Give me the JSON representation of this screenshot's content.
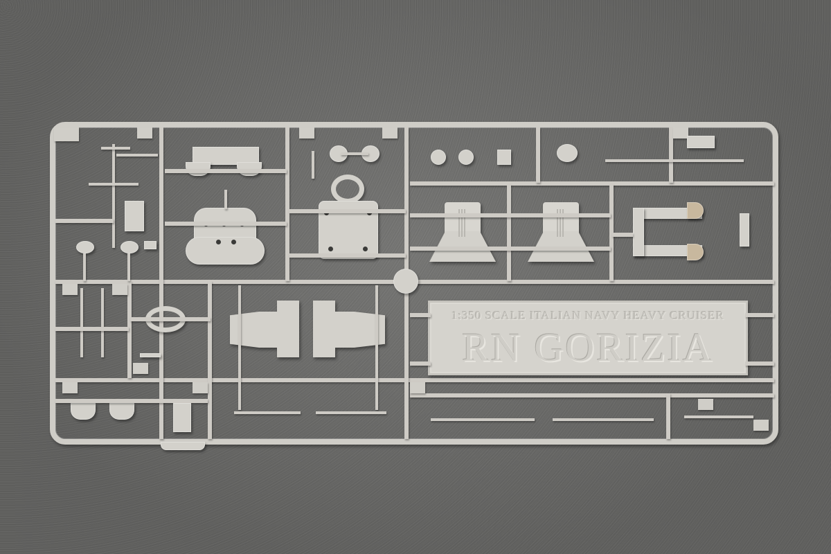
{
  "scene": {
    "subject": "Plastic model kit sprue (injection-molded parts tree) on dark grey felt background",
    "background_color": "#6e6e6c",
    "plastic_color": "#d3d1cb"
  },
  "nameplate": {
    "subtitle": "1:350 SCALE ITALIAN NAVY HEAVY CRUISER",
    "title": "RN GORIZIA"
  },
  "parts": {
    "funnels": [
      "funnel-left",
      "funnel-right"
    ],
    "nozzles": [
      "searchlight-housing-left",
      "searchlight-housing-right"
    ],
    "count_visible_major": 6
  }
}
